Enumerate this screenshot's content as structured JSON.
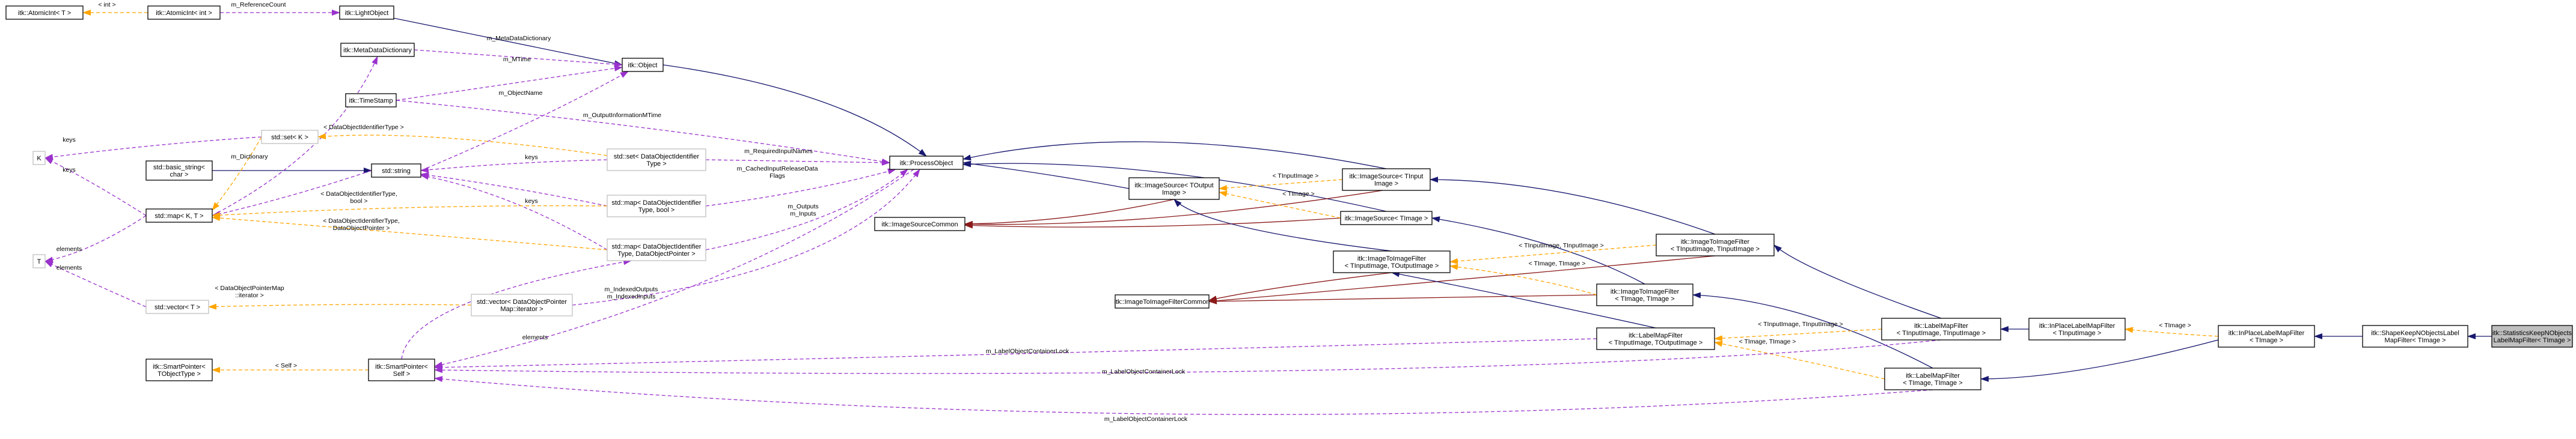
{
  "colors": {
    "inheritance": "#191970",
    "usage": "#9a32cd",
    "template": "#ffa500",
    "private": "#8b1a1a",
    "focus_fill": "#bfbfbf",
    "gray_border": "#bfbfbf"
  },
  "nodes": [
    {
      "id": "atomicint_T",
      "lines": [
        "itk::AtomicInt< T >"
      ]
    },
    {
      "id": "atomicint_int",
      "lines": [
        "itk::AtomicInt< int >"
      ]
    },
    {
      "id": "lightobject",
      "lines": [
        "itk::LightObject"
      ]
    },
    {
      "id": "metadatadictionary",
      "lines": [
        "itk::MetaDataDictionary"
      ]
    },
    {
      "id": "object",
      "lines": [
        "itk::Object"
      ]
    },
    {
      "id": "timestamp",
      "lines": [
        "itk::TimeStamp"
      ]
    },
    {
      "id": "K",
      "lines": [
        "K"
      ]
    },
    {
      "id": "set_K",
      "lines": [
        "std::set< K >"
      ]
    },
    {
      "id": "basic_string",
      "lines": [
        "std::basic_string<",
        "char >"
      ]
    },
    {
      "id": "string",
      "lines": [
        "std::string"
      ]
    },
    {
      "id": "map_KT",
      "lines": [
        "std::map< K, T >"
      ]
    },
    {
      "id": "T",
      "lines": [
        "T"
      ]
    },
    {
      "id": "vector_T",
      "lines": [
        "std::vector< T >"
      ]
    },
    {
      "id": "set_DOI",
      "lines": [
        "std::set< DataObjectIdentifier",
        "Type >"
      ]
    },
    {
      "id": "map_DOI_bool",
      "lines": [
        "std::map< DataObjectIdentifier",
        "Type, bool >"
      ]
    },
    {
      "id": "map_DOI_DOP",
      "lines": [
        "std::map< DataObjectIdentifier",
        "Type, DataObjectPointer >"
      ]
    },
    {
      "id": "vector_DOPM",
      "lines": [
        "std::vector< DataObjectPointer",
        "Map::iterator >"
      ]
    },
    {
      "id": "smartpointer_TObjectType",
      "lines": [
        "itk::SmartPointer<",
        "TObjectType >"
      ]
    },
    {
      "id": "smartpointer_Self",
      "lines": [
        "itk::SmartPointer<",
        "Self >"
      ]
    },
    {
      "id": "processobject",
      "lines": [
        "itk::ProcessObject"
      ]
    },
    {
      "id": "imagesourcecommon",
      "lines": [
        "itk::ImageSourceCommon"
      ]
    },
    {
      "id": "imagetoimagefiltercommon",
      "lines": [
        "itk::ImageToImageFilterCommon"
      ]
    },
    {
      "id": "imagesource_TOutput",
      "lines": [
        "itk::ImageSource< TOutput",
        "Image >"
      ]
    },
    {
      "id": "imagesource_TInput",
      "lines": [
        "itk::ImageSource< TInput",
        "Image >"
      ]
    },
    {
      "id": "imagesource_TImage",
      "lines": [
        "itk::ImageSource< TImage >"
      ]
    },
    {
      "id": "i2i_TInput_TOutput",
      "lines": [
        "itk::ImageToImageFilter",
        "< TInputImage, TOutputImage >"
      ]
    },
    {
      "id": "i2i_TInput_TInput",
      "lines": [
        "itk::ImageToImageFilter",
        "< TInputImage, TInputImage >"
      ]
    },
    {
      "id": "i2i_TImage_TImage",
      "lines": [
        "itk::ImageToImageFilter",
        "< TImage, TImage >"
      ]
    },
    {
      "id": "lmf_TInput_TOutput",
      "lines": [
        "itk::LabelMapFilter",
        "< TInputImage, TOutputImage >"
      ]
    },
    {
      "id": "lmf_TInput_TInput",
      "lines": [
        "itk::LabelMapFilter",
        "< TInputImage, TInputImage >"
      ]
    },
    {
      "id": "lmf_TImage_TImage",
      "lines": [
        "itk::LabelMapFilter",
        "< TImage, TImage >"
      ]
    },
    {
      "id": "inplace_TInput",
      "lines": [
        "itk::InPlaceLabelMapFilter",
        "< TInputImage >"
      ]
    },
    {
      "id": "inplace_TImage",
      "lines": [
        "itk::InPlaceLabelMapFilter",
        "< TImage >"
      ]
    },
    {
      "id": "shapekeep",
      "lines": [
        "itk::ShapeKeepNObjectsLabel",
        "MapFilter< TImage >"
      ]
    },
    {
      "id": "statkeep",
      "lines": [
        "itk::StatisticsKeepNObjects",
        "LabelMapFilter< TImage >"
      ]
    }
  ],
  "edge_labels": [
    {
      "id": "lbl_int",
      "lines": [
        "< int >"
      ]
    },
    {
      "id": "lbl_refcount",
      "lines": [
        "m_ReferenceCount"
      ]
    },
    {
      "id": "lbl_metadatadict",
      "lines": [
        "m_MetaDataDictionary"
      ]
    },
    {
      "id": "lbl_mtime",
      "lines": [
        "m_MTime"
      ]
    },
    {
      "id": "lbl_objectname",
      "lines": [
        "m_ObjectName"
      ]
    },
    {
      "id": "lbl_outputinfo",
      "lines": [
        "m_OutputInformationMTime"
      ]
    },
    {
      "id": "lbl_dictionary",
      "lines": [
        "m_Dictionary"
      ]
    },
    {
      "id": "lbl_set_doi_type",
      "lines": [
        "< DataObjectIdentifierType >"
      ]
    },
    {
      "id": "lbl_keys1",
      "lines": [
        "keys"
      ]
    },
    {
      "id": "lbl_keys2",
      "lines": [
        "keys"
      ]
    },
    {
      "id": "lbl_keys3",
      "lines": [
        "keys"
      ]
    },
    {
      "id": "lbl_keys4",
      "lines": [
        "keys"
      ]
    },
    {
      "id": "lbl_elements1",
      "lines": [
        "elements"
      ]
    },
    {
      "id": "lbl_elements2",
      "lines": [
        "elements"
      ]
    },
    {
      "id": "lbl_elements3",
      "lines": [
        "elements"
      ]
    },
    {
      "id": "lbl_map_doi_bool",
      "lines": [
        "< DataObjectIdentifierType,",
        "bool >"
      ]
    },
    {
      "id": "lbl_map_doi_dop",
      "lines": [
        "< DataObjectIdentifierType,",
        "DataObjectPointer >"
      ]
    },
    {
      "id": "lbl_vector_dopm",
      "lines": [
        "< DataObjectPointerMap",
        "::iterator >"
      ]
    },
    {
      "id": "lbl_required",
      "lines": [
        "m_RequiredInputNames"
      ]
    },
    {
      "id": "lbl_cached",
      "lines": [
        "m_CachedInputReleaseData",
        "Flags"
      ]
    },
    {
      "id": "lbl_outputs",
      "lines": [
        "m_Outputs",
        "m_Inputs"
      ]
    },
    {
      "id": "lbl_indexed",
      "lines": [
        "m_IndexedOutputs",
        "m_IndexedInputs"
      ]
    },
    {
      "id": "lbl_self",
      "lines": [
        "< Self >"
      ]
    },
    {
      "id": "lbl_container1",
      "lines": [
        "m_LabelObjectContainerLock"
      ]
    },
    {
      "id": "lbl_container2",
      "lines": [
        "m_LabelObjectContainerLock"
      ]
    },
    {
      "id": "lbl_container3",
      "lines": [
        "m_LabelObjectContainerLock"
      ]
    },
    {
      "id": "lbl_tinputimage",
      "lines": [
        "< TInputImage >"
      ]
    },
    {
      "id": "lbl_timage1",
      "lines": [
        "< TImage >"
      ]
    },
    {
      "id": "lbl_i2i_tin_tin",
      "lines": [
        "< TInputImage, TInputImage >"
      ]
    },
    {
      "id": "lbl_i2i_timage",
      "lines": [
        "< TImage, TImage >"
      ]
    },
    {
      "id": "lbl_lmf_tin_tin",
      "lines": [
        "< TInputImage, TInputImage >"
      ]
    },
    {
      "id": "lbl_lmf_timage",
      "lines": [
        "< TImage, TImage >"
      ]
    },
    {
      "id": "lbl_inplace_timage",
      "lines": [
        "< TImage >"
      ]
    }
  ]
}
